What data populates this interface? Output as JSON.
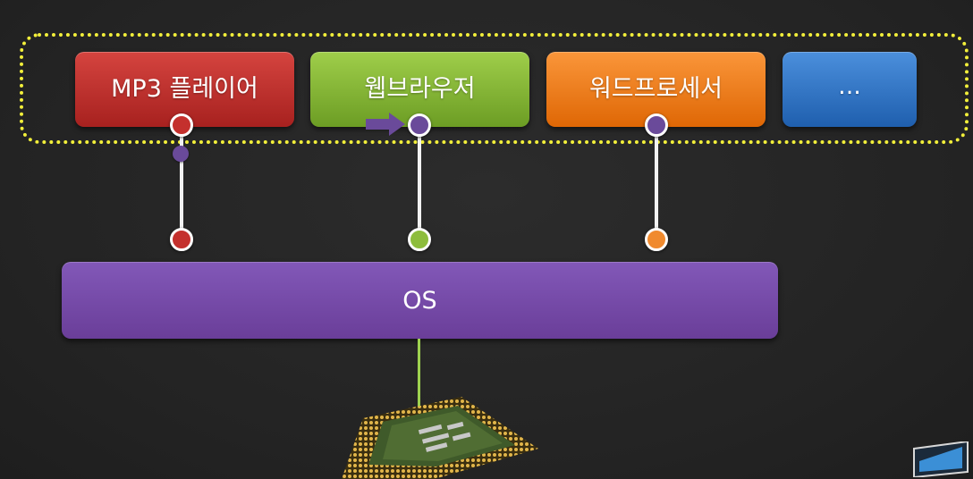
{
  "applications": [
    {
      "label": "MP3 플레이어",
      "color": "#c4302d"
    },
    {
      "label": "웹브라우저",
      "color": "#8dbd3c"
    },
    {
      "label": "워드프로세서",
      "color": "#f07c1a"
    },
    {
      "label": "...",
      "color": "#3474c4"
    }
  ],
  "os": {
    "label": "OS",
    "color": "#7a4fae"
  },
  "highlight_color": "#f2ef3a",
  "token_color": "#6a4a9a",
  "icons": [
    "arrow-right-icon",
    "cpu-chip-icon",
    "window-icon"
  ]
}
